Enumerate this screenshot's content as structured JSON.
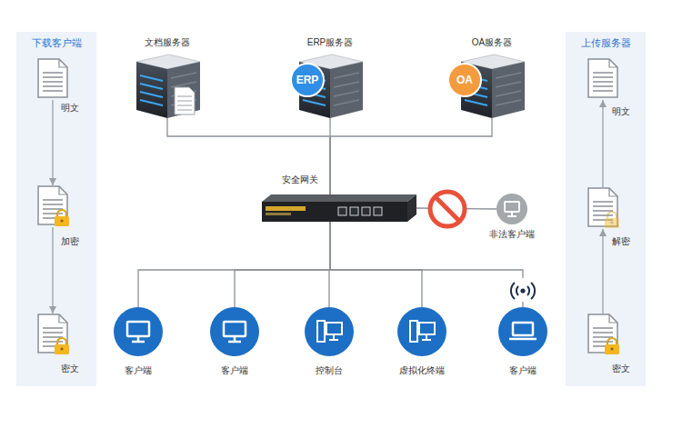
{
  "diagram": {
    "nodes": [
      {
        "text": [
          "下载客户端"
        ]
      },
      {
        "text": [
          "明文"
        ],
        "in": 0
      },
      {
        "text": [
          "加密"
        ],
        "in": 0
      },
      {
        "text": [
          "密文"
        ],
        "in": 0
      },
      {
        "text": [
          "文档服务器"
        ]
      },
      {
        "text": [
          "ERP服务器"
        ]
      },
      {
        "text": [
          "ERP"
        ],
        "in": 5
      },
      {
        "text": [
          "OA服务器"
        ]
      },
      {
        "text": [
          "OA"
        ],
        "in": 7
      },
      {
        "text": [
          "上传服务器"
        ]
      },
      {
        "text": [
          "明文"
        ],
        "in": 9
      },
      {
        "text": [
          "解密"
        ],
        "in": 9
      },
      {
        "text": [
          "密文"
        ],
        "in": 9
      },
      {
        "text": [
          "安全网关"
        ]
      },
      {
        "text": [
          "非法客户端"
        ]
      },
      {
        "text": [
          "客户端"
        ]
      },
      {
        "text": [
          "客户端"
        ]
      },
      {
        "text": [
          "控制台"
        ]
      },
      {
        "text": [
          "虚拟化终端"
        ]
      },
      {
        "text": [
          "客户端"
        ]
      }
    ],
    "edges": [
      {
        "from": 1,
        "to": 2,
        "arrow": "to"
      },
      {
        "from": 2,
        "to": 3,
        "arrow": "to"
      },
      {
        "from": 4,
        "to": 13,
        "arrow": "none"
      },
      {
        "from": 5,
        "to": 13,
        "arrow": "none"
      },
      {
        "from": 7,
        "to": 13,
        "arrow": "none"
      },
      {
        "from": 12,
        "to": 11,
        "arrow": "to"
      },
      {
        "from": 11,
        "to": 10,
        "arrow": "to"
      },
      {
        "from": 13,
        "to": 14,
        "arrow": "none"
      },
      {
        "from": 13,
        "to": 15,
        "arrow": "none"
      },
      {
        "from": 13,
        "to": 16,
        "arrow": "none"
      },
      {
        "from": 13,
        "to": 17,
        "arrow": "none"
      },
      {
        "from": 13,
        "to": 18,
        "arrow": "none"
      },
      {
        "from": 13,
        "to": 19,
        "arrow": "none"
      }
    ]
  }
}
